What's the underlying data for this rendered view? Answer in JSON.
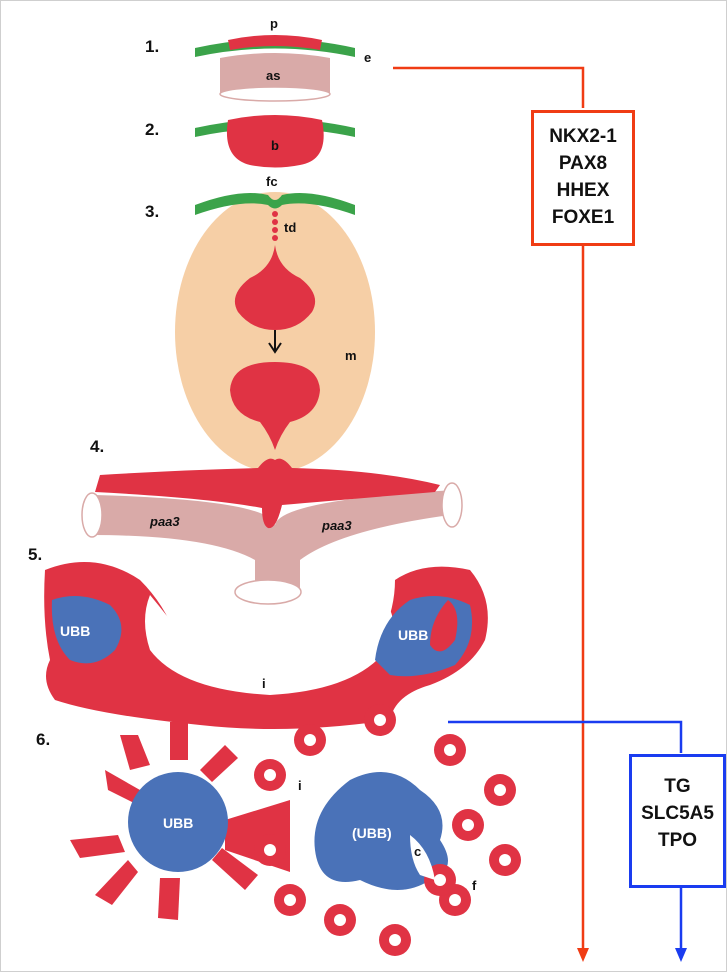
{
  "steps": [
    "1.",
    "2.",
    "3.",
    "4.",
    "5.",
    "6."
  ],
  "labels": {
    "p": "p",
    "e": "e",
    "as": "as",
    "b": "b",
    "fc": "fc",
    "td": "td",
    "m": "m",
    "paa3_left": "paa3",
    "paa3_right": "paa3",
    "ubb_left": "UBB",
    "ubb_right": "UBB",
    "i5": "i",
    "ubb6": "UBB",
    "i6": "i",
    "ubb6b": "(UBB)",
    "c": "c",
    "f": "f"
  },
  "gene_box_1": {
    "genes": [
      "NKX2-1",
      "PAX8",
      "HHEX",
      "FOXE1"
    ],
    "color": "#f03c14"
  },
  "gene_box_2": {
    "genes": [
      "TG",
      "SLC5A5",
      "TPO"
    ],
    "color": "#1a3cf0"
  },
  "colors": {
    "red": "#e03344",
    "green": "#3ba34a",
    "pink": "#d9aaa8",
    "peach": "#f6cfa6",
    "blue": "#4a72b8"
  }
}
